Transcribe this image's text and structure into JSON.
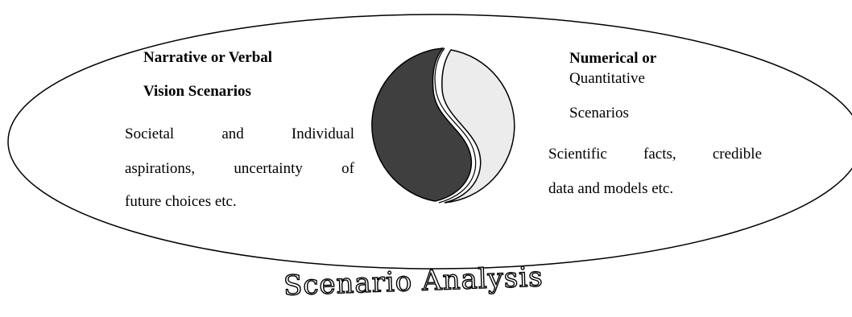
{
  "left_block": {
    "title_line1": "Narrative or  Verbal",
    "title_line2": "Vision Scenarios",
    "body_line1": "Societal and Individual",
    "body_line2": "aspirations, uncertainty of",
    "body_line3": "future choices etc."
  },
  "right_block": {
    "title_line1": "Numerical or",
    "title_line2": "Quantitative",
    "title_line3": "Scenarios",
    "body_line1": "Scientific facts, credible",
    "body_line2": "data and models etc."
  },
  "caption": "Scenario Analysis",
  "colors": {
    "yin_dark": "#3f3f3f",
    "yang_light": "#ececec",
    "outline": "#000000",
    "background": "#ffffff"
  },
  "icons": [
    "yin-yang-icon"
  ]
}
